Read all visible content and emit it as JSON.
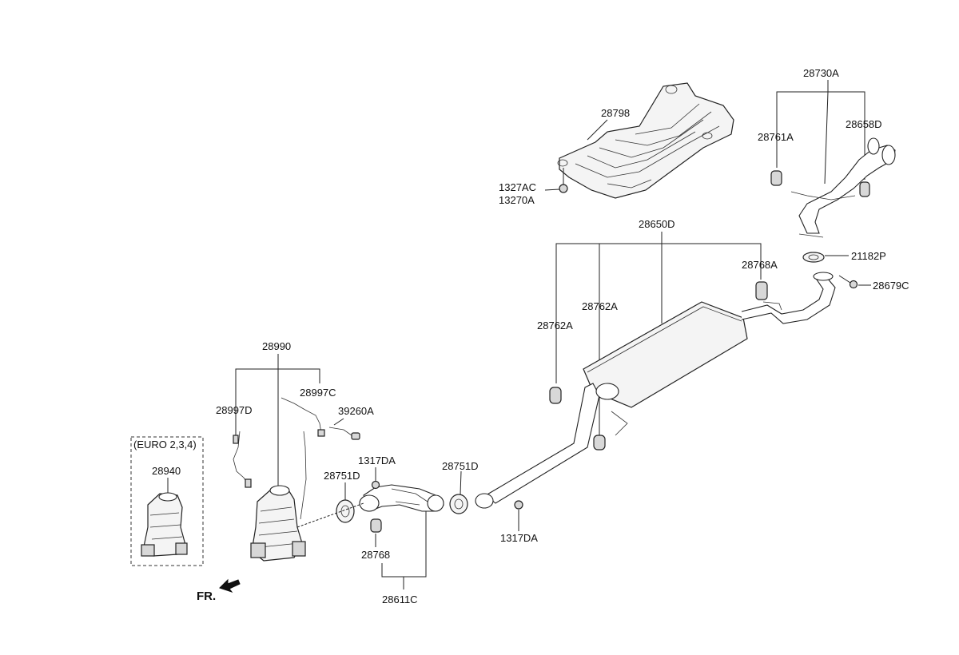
{
  "labels": {
    "p28730A": "28730A",
    "p28761A": "28761A",
    "p28658D": "28658D",
    "p28798": "28798",
    "p1327AC": "1327AC",
    "p13270A": "13270A",
    "p28650D": "28650D",
    "p28768A": "28768A",
    "p21182P": "21182P",
    "p28679C": "28679C",
    "p28762A_left": "28762A",
    "p28762A_right": "28762A",
    "p28990": "28990",
    "p28997D": "28997D",
    "p28997C": "28997C",
    "p39260A": "39260A",
    "euro": "(EURO 2,3,4)",
    "p28940": "28940",
    "p1317DA_top": "1317DA",
    "p28751D_left": "28751D",
    "p28751D_right": "28751D",
    "p1317DA_bottom": "1317DA",
    "p28768": "28768",
    "p28611C": "28611C",
    "fr": "FR."
  }
}
